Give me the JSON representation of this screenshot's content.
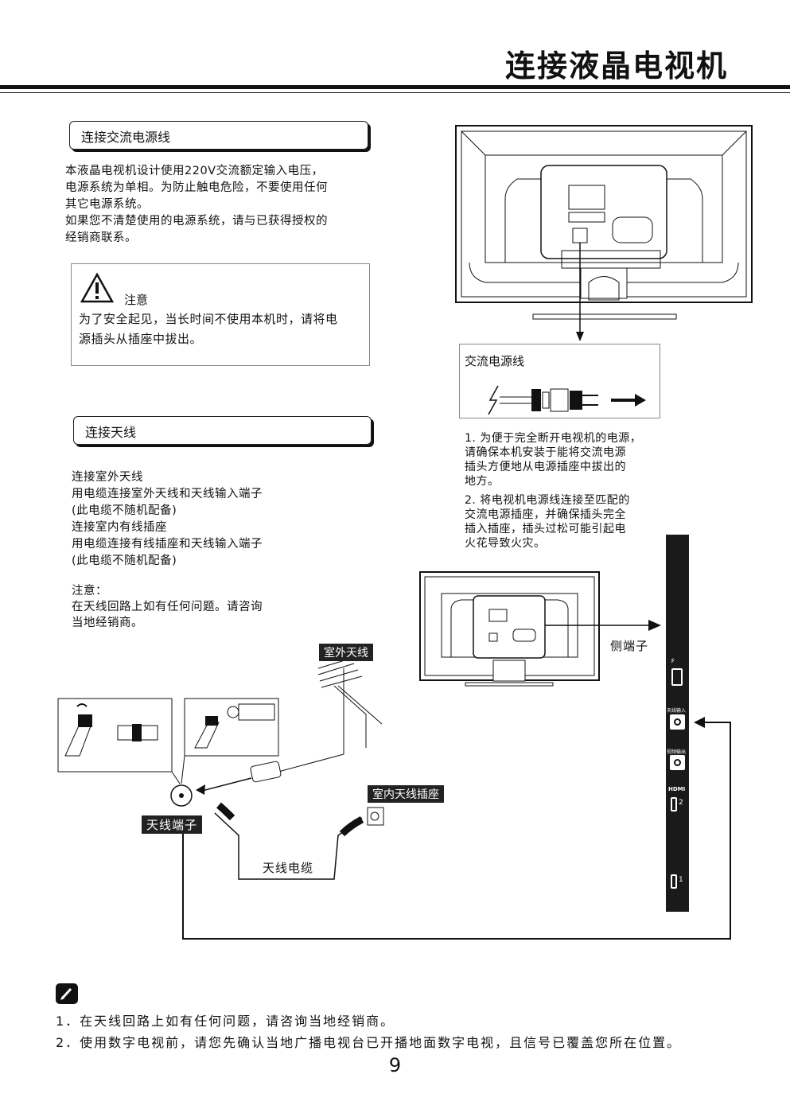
{
  "header": {
    "title": "连接液晶电视机"
  },
  "section_power": {
    "heading": "连接交流电源线",
    "lines": [
      "本液晶电视机设计使用220V交流额定输入电压，",
      "电源系统为单相。为防止触电危险，不要使用任何",
      "其它电源系统。",
      "如果您不清楚使用的电源系统，请与已获得授权的",
      "经销商联系。"
    ]
  },
  "caution": {
    "label": "注意",
    "lines": [
      "为了安全起见，当长时间不使用本机时，请将电",
      "源插头从插座中拔出。"
    ]
  },
  "power_cord": {
    "label": "交流电源线",
    "note1": [
      "1. 为便于完全断开电视机的电源，",
      "请确保本机安装于能将交流电源",
      "插头方便地从电源插座中拔出的",
      "地方。"
    ],
    "note2": [
      "2. 将电视机电源线连接至匹配的",
      "交流电源插座，并确保插头完全",
      "插入插座，插头过松可能引起电",
      "火花导致火灾。"
    ]
  },
  "section_antenna": {
    "heading": "连接天线",
    "lines": [
      "连接室外天线",
      "用电缆连接室外天线和天线输入端子",
      "(此电缆不随机配备)",
      "连接室内有线插座",
      "用电缆连接有线插座和天线输入端子",
      "(此电缆不随机配备)"
    ],
    "note_lines": [
      "注意：",
      "在天线回路上如有任何问题。请咨询",
      "当地经销商。"
    ]
  },
  "diagram_labels": {
    "outdoor_antenna": "室外天线",
    "indoor_socket": "室内天线插座",
    "antenna_terminal": "天线端子",
    "antenna_cable": "天线电缆",
    "side_terminal": "侧端子",
    "port_antenna_in": "天线输入",
    "port_video_out": "视频输出",
    "hdmi": "HDMI",
    "hdmi_2": "2",
    "hdmi_1": "1"
  },
  "notes": [
    "1．在天线回路上如有任何问题，请咨询当地经销商。",
    "2．使用数字电视前，请您先确认当地广播电视台已开播地面数字电视，且信号已覆盖您所在位置。"
  ],
  "page_number": "9"
}
